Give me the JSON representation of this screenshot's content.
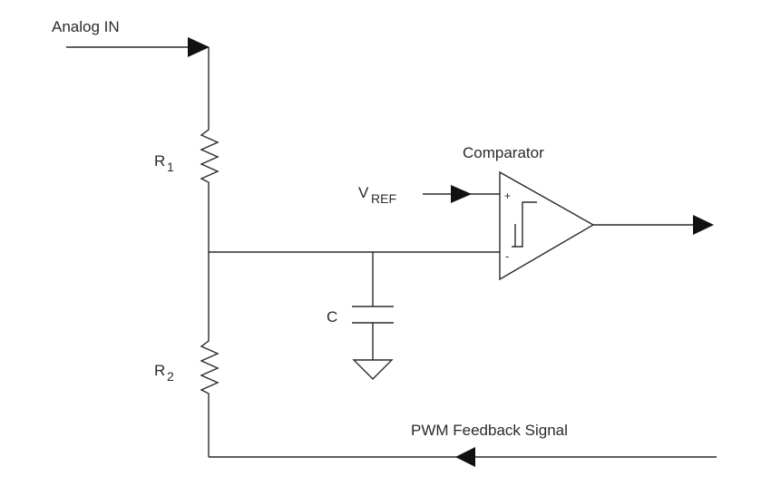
{
  "labels": {
    "analog_in": "Analog IN",
    "r1_main": "R",
    "r1_sub": "1",
    "r2_main": "R",
    "r2_sub": "2",
    "vref_main": "V",
    "vref_sub": "REF",
    "comparator": "Comparator",
    "capacitor": "C",
    "plus": "+",
    "minus": "-",
    "pwm_feedback": "PWM Feedback Signal"
  },
  "colors": {
    "wire": "#2b2b2b",
    "arrow": "#111111",
    "text": "#2a2a2a"
  }
}
